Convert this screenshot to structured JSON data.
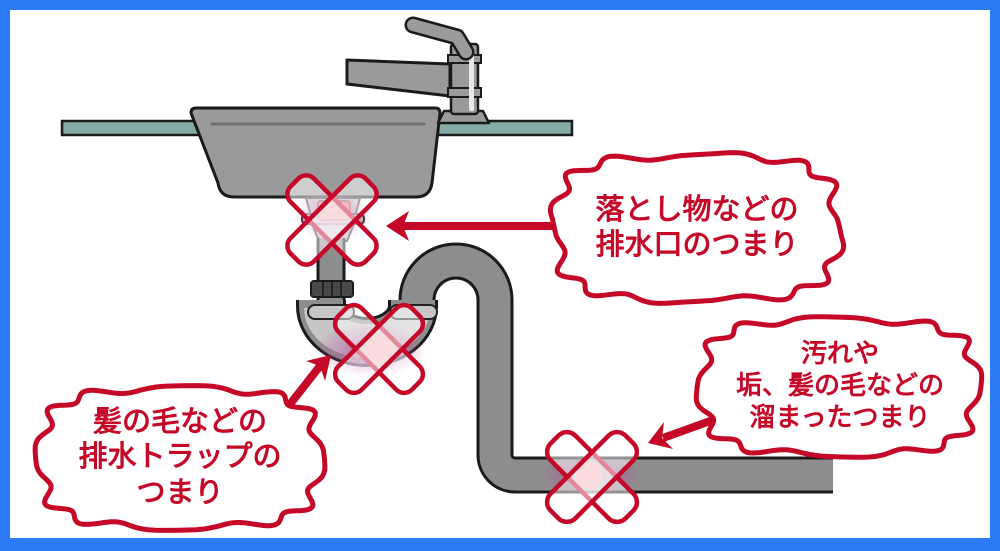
{
  "colors": {
    "frame_blue": "#2b7bf7",
    "canvas_white": "#ffffff",
    "accent_red": "#c50828",
    "pipe_gray": "#8e8d8d",
    "pipe_outline": "#1a1a1a",
    "sink_gray": "#9b9a9a",
    "counter_teal": "#84aba6",
    "fitting_light_gray": "#c7c5c5",
    "nut_dark_gray": "#4a4949",
    "clog_pink": "#ee6c7c",
    "glow_magenta": "#b74fa0"
  },
  "icons": {
    "clog_marker": "red-x-cross",
    "pointer": "red-arrow"
  },
  "bubbles": {
    "drain_outlet": {
      "lines": [
        "落とし物などの",
        "排水口のつまり"
      ]
    },
    "drain_trap": {
      "lines": [
        "髪の毛などの",
        "排水トラップの",
        "つまり"
      ]
    },
    "waste_pipe": {
      "lines": [
        "汚れや",
        "垢、髪の毛などの",
        "溜まったつまり"
      ]
    }
  }
}
